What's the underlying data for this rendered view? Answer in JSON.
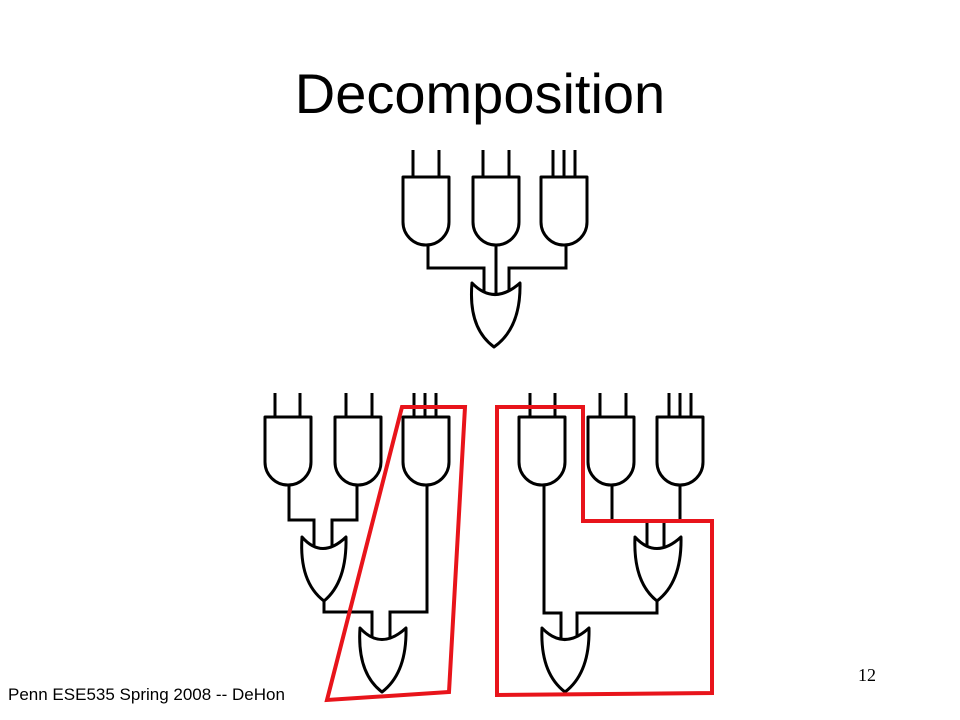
{
  "slide": {
    "title": "Decomposition",
    "footer": "Penn ESE535 Spring 2008 -- DeHon",
    "page_number": "12"
  },
  "colors": {
    "background": "#ffffff",
    "ink": "#000000",
    "highlight": "#e8141b"
  },
  "diagram": {
    "top_circuit": {
      "and_gate_inputs": [
        2,
        2,
        3
      ],
      "combiner": "or"
    },
    "bottom_circuit": {
      "and_gate_inputs": [
        2,
        2,
        3,
        2,
        2,
        3
      ],
      "combiners": "or-tree"
    },
    "highlighted_groups": 2
  }
}
